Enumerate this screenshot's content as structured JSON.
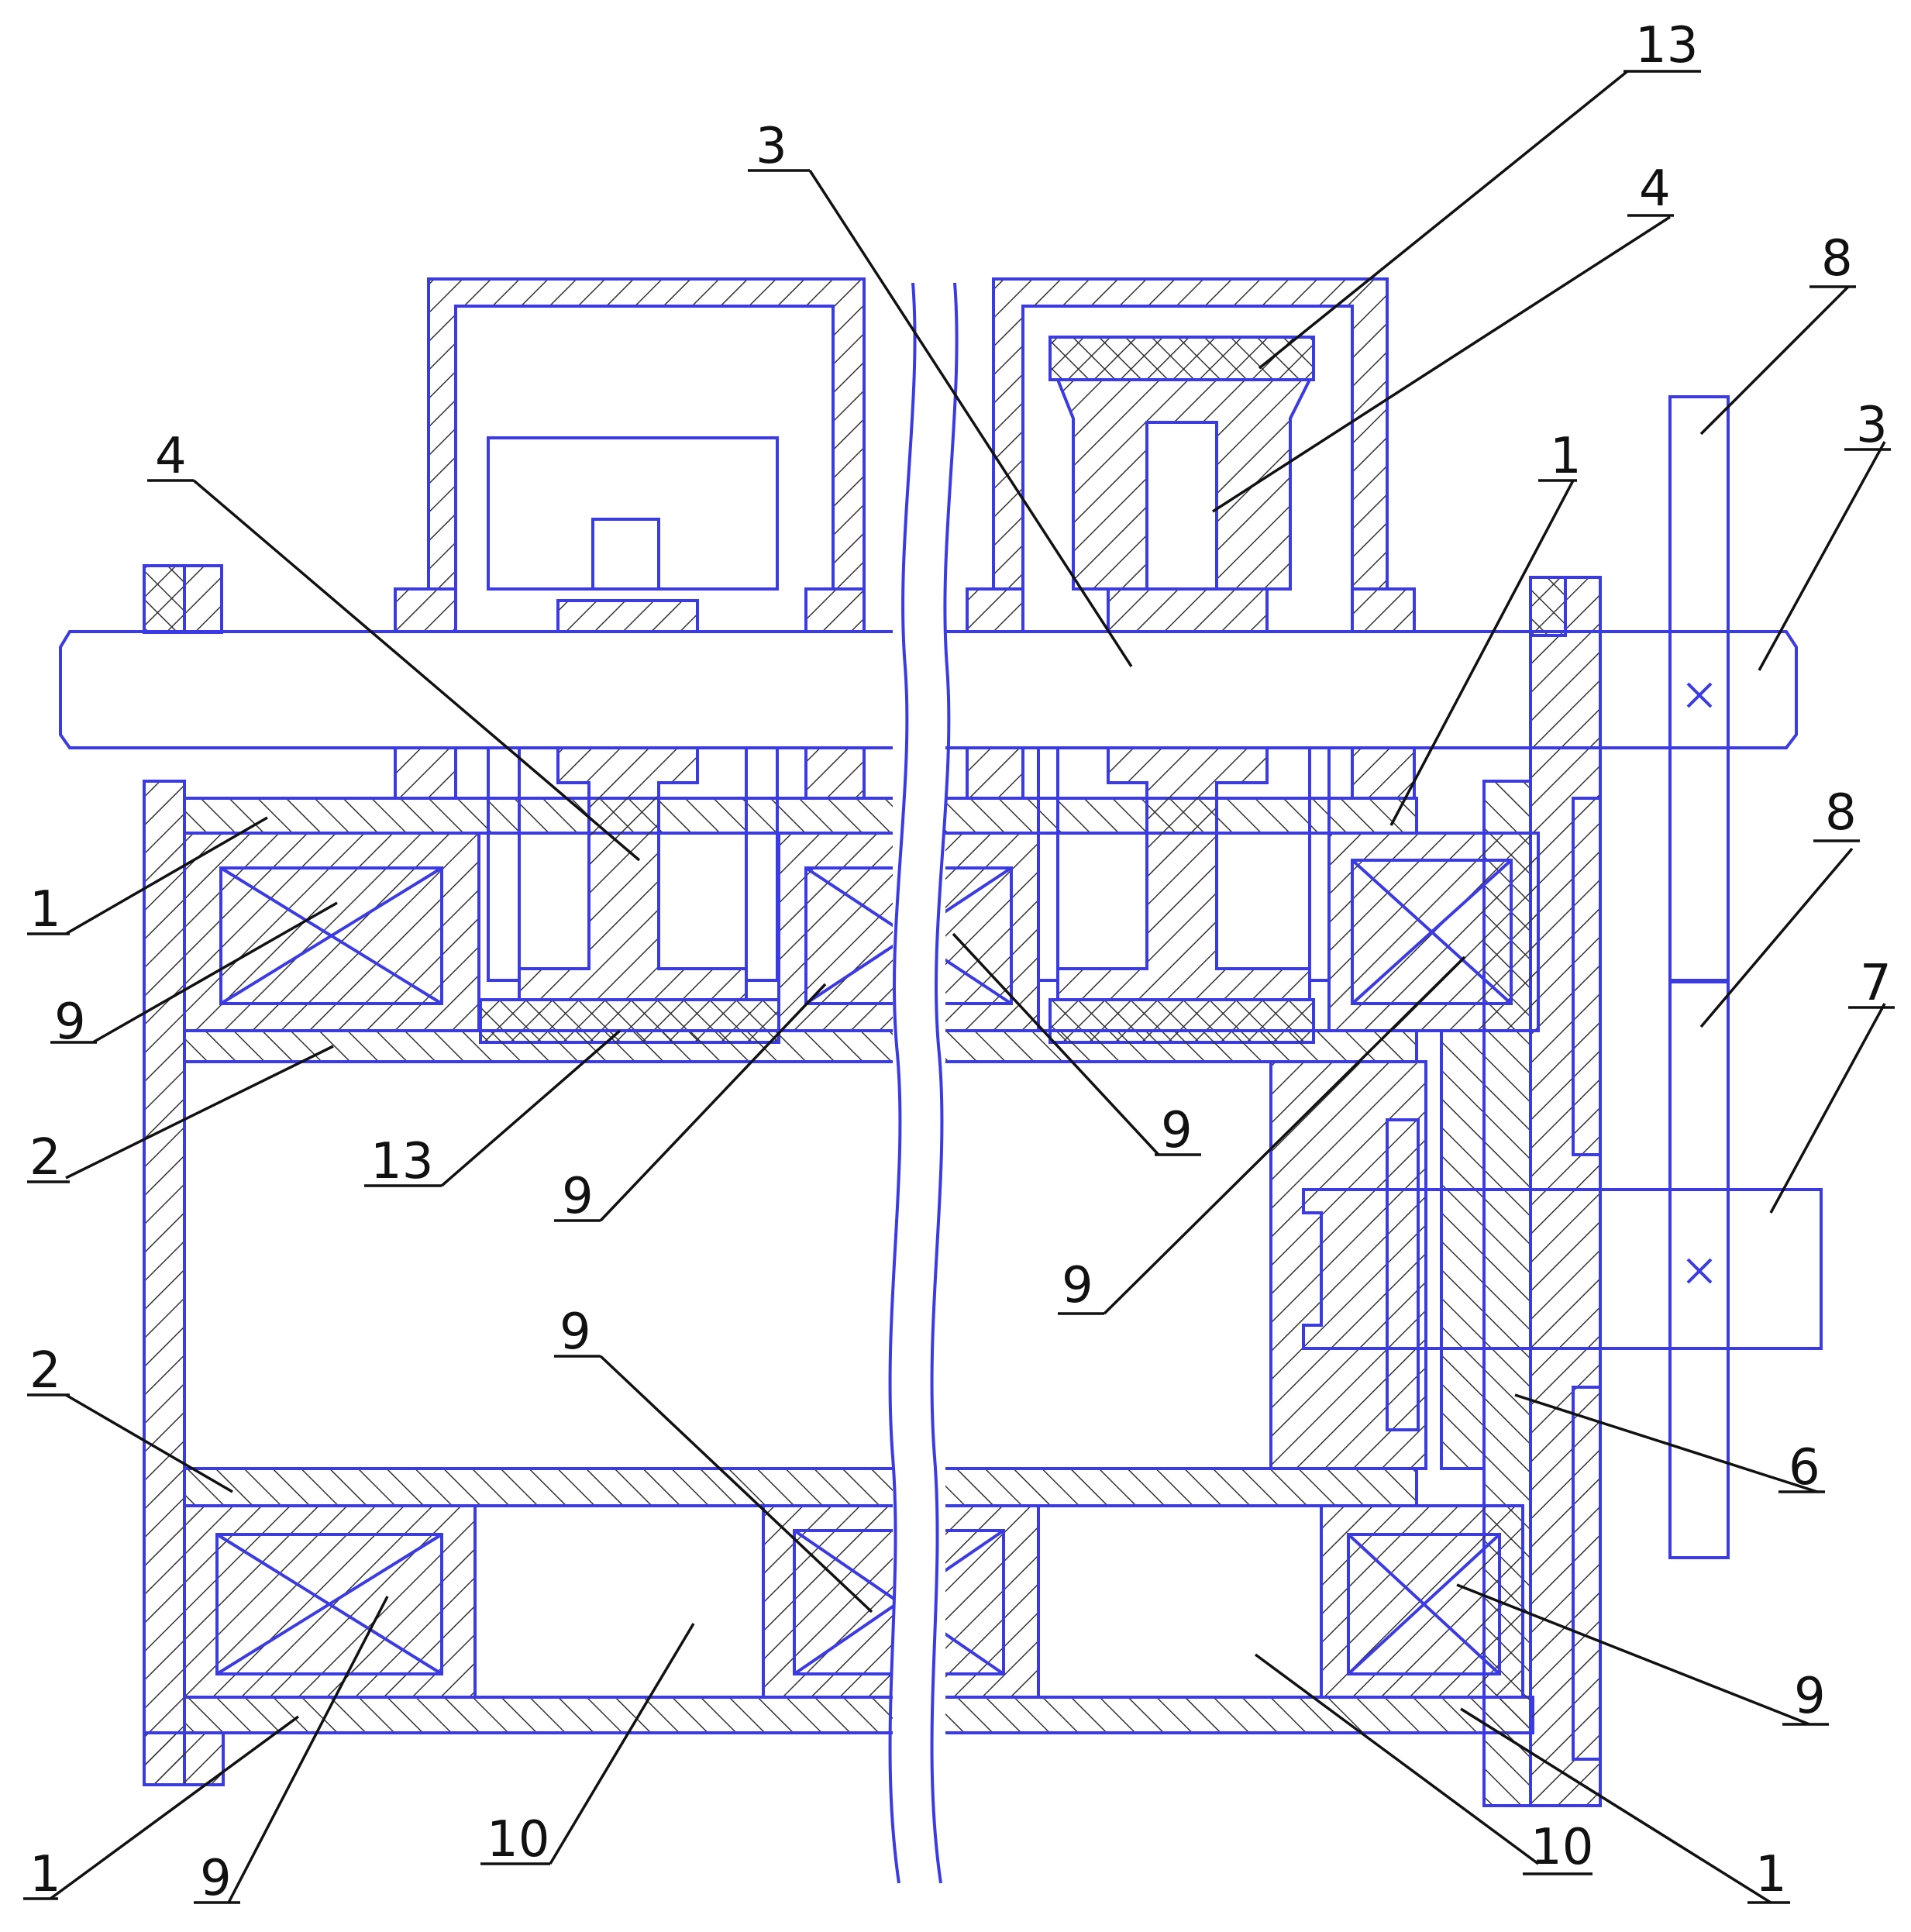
{
  "callouts": [
    {
      "id": "c13-top",
      "text": "13"
    },
    {
      "id": "c3-top",
      "text": "3"
    },
    {
      "id": "c4-top",
      "text": "4"
    },
    {
      "id": "c8-top",
      "text": "8"
    },
    {
      "id": "c3-right",
      "text": "3"
    },
    {
      "id": "c1-right",
      "text": "1"
    },
    {
      "id": "c4-left",
      "text": "4"
    },
    {
      "id": "c1-left",
      "text": "1"
    },
    {
      "id": "c9-left",
      "text": "9"
    },
    {
      "id": "c8-mid",
      "text": "8"
    },
    {
      "id": "c7",
      "text": "7"
    },
    {
      "id": "c2-upper",
      "text": "2"
    },
    {
      "id": "c13-bottom",
      "text": "13"
    },
    {
      "id": "c9-center",
      "text": "9"
    },
    {
      "id": "c9-mid-right",
      "text": "9"
    },
    {
      "id": "c9-right",
      "text": "9"
    },
    {
      "id": "c2-lower",
      "text": "2"
    },
    {
      "id": "c9-lower-center",
      "text": "9"
    },
    {
      "id": "c6",
      "text": "6"
    },
    {
      "id": "c9-lower-right",
      "text": "9"
    },
    {
      "id": "c1-bottom-left",
      "text": "1"
    },
    {
      "id": "c9-bottom-left",
      "text": "9"
    },
    {
      "id": "c10-left",
      "text": "10"
    },
    {
      "id": "c10-right",
      "text": "10"
    },
    {
      "id": "c1-bottom-right",
      "text": "1"
    }
  ],
  "colors": {
    "outline": "#3a3ae6",
    "leader": "#111111",
    "background": "#ffffff"
  }
}
